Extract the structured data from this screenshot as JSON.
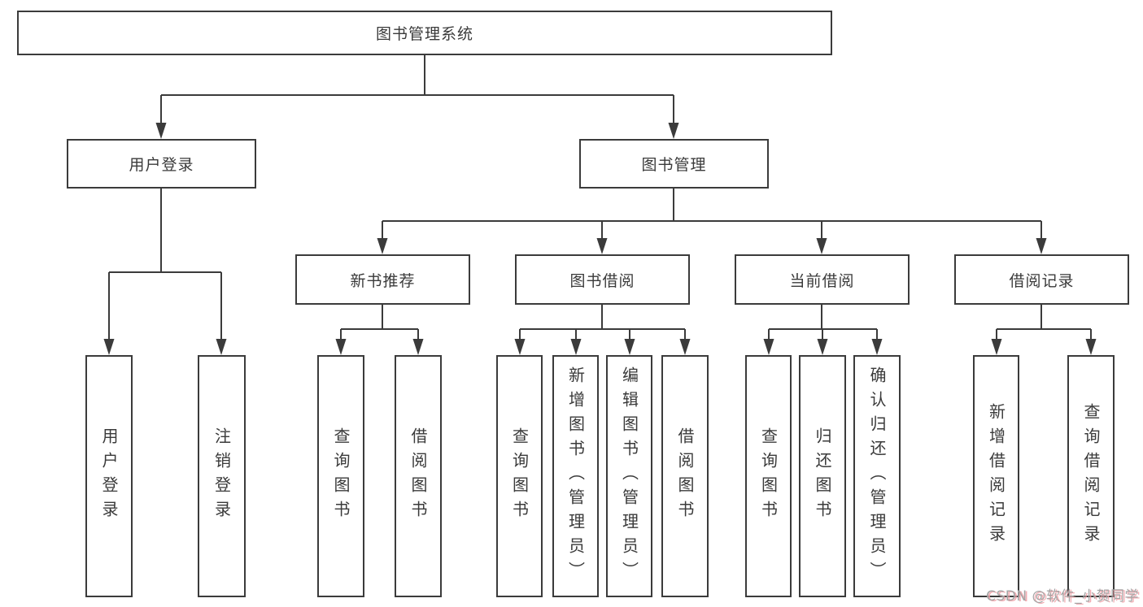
{
  "diagram": {
    "title": "图书管理系统",
    "type": "hierarchy-diagram",
    "colors": {
      "background": "#ffffff",
      "box_border": "#3b3b3b",
      "line": "#3b3b3b",
      "text": "#3a3a3a",
      "watermark_gray": "#a5a5a5",
      "watermark_pink": "#f09ea4"
    },
    "nodes": {
      "root": "图书管理系统",
      "user_login": "用户登录",
      "book_mgmt": "图书管理",
      "new_book_rec": "新书推荐",
      "book_borrow": "图书借阅",
      "current_borrow": "当前借阅",
      "borrow_record": "借阅记录",
      "leaf_user_login": "用户登录",
      "leaf_logout": "注销登录",
      "leaf_query_book_1": "查询图书",
      "leaf_borrow_book_1": "借阅图书",
      "leaf_query_book_2": "查询图书",
      "leaf_add_book": "新增图书（管理员）",
      "leaf_edit_book": "编辑图书（管理员）",
      "leaf_borrow_book_2": "借阅图书",
      "leaf_query_book_3": "查询图书",
      "leaf_return_book": "归还图书",
      "leaf_confirm_return": "确认归还（管理员）",
      "leaf_add_record": "新增借阅记录",
      "leaf_query_record": "查询借阅记录"
    },
    "hierarchy": {
      "图书管理系统": {
        "用户登录": [
          "用户登录",
          "注销登录"
        ],
        "图书管理": {
          "新书推荐": [
            "查询图书",
            "借阅图书"
          ],
          "图书借阅": [
            "查询图书",
            "新增图书（管理员）",
            "编辑图书（管理员）",
            "借阅图书"
          ],
          "当前借阅": [
            "查询图书",
            "归还图书",
            "确认归还（管理员）"
          ],
          "借阅记录": [
            "新增借阅记录",
            "查询借阅记录"
          ]
        }
      }
    },
    "watermark": "CSDN @软件_小贺同学"
  }
}
